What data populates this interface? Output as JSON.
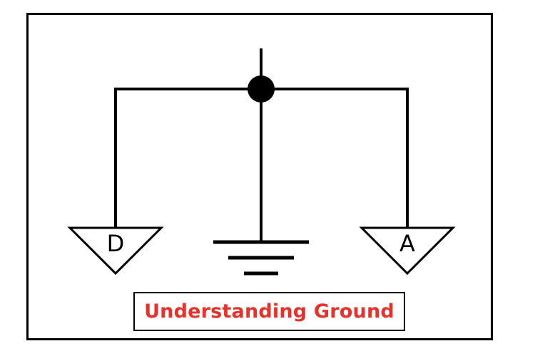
{
  "diagram": {
    "caption": "Understanding Ground",
    "digital_ground_label": "D",
    "analog_ground_label": "A"
  },
  "colors": {
    "caption": "#e8312a",
    "lines": "#000000",
    "background": "#ffffff"
  }
}
